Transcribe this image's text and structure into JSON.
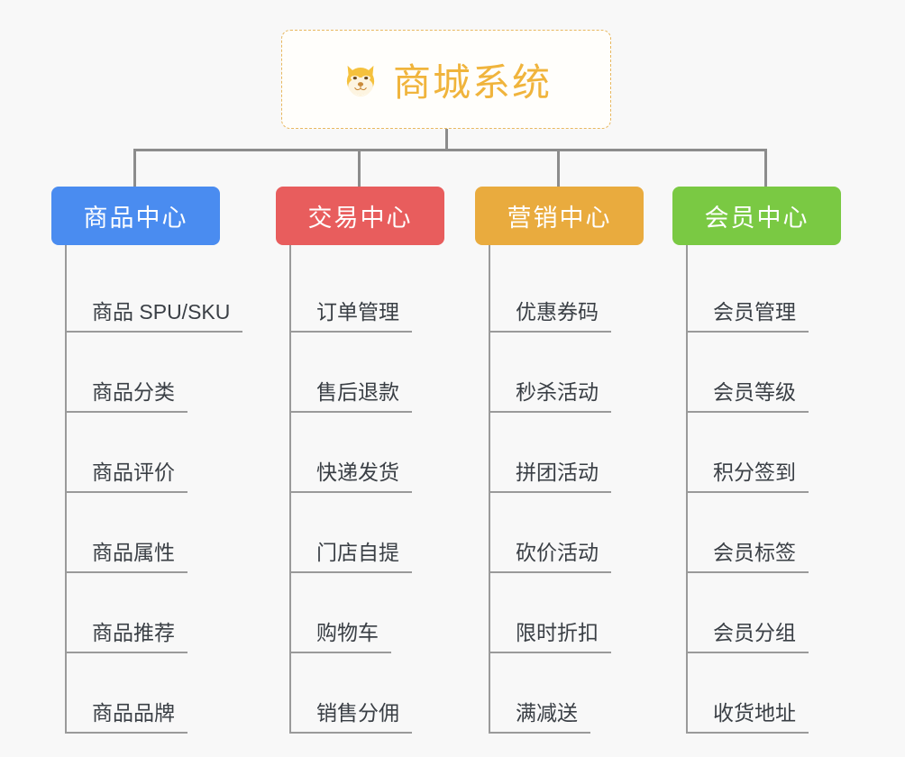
{
  "root": {
    "icon": "dog-face-emoji",
    "title": "商城系统",
    "border_color": "#e8b860",
    "text_color": "#f0b43c"
  },
  "connector_color": "#8c8c8c",
  "background_color": "#f8f8f8",
  "branches": [
    {
      "label": "商品中心",
      "color": "#4a8cf0",
      "items": [
        "商品 SPU/SKU",
        "商品分类",
        "商品评价",
        "商品属性",
        "商品推荐",
        "商品品牌"
      ]
    },
    {
      "label": "交易中心",
      "color": "#e85d5d",
      "items": [
        "订单管理",
        "售后退款",
        "快递发货",
        "门店自提",
        "购物车",
        "销售分佣"
      ]
    },
    {
      "label": "营销中心",
      "color": "#e9ab3e",
      "items": [
        "优惠券码",
        "秒杀活动",
        "拼团活动",
        "砍价活动",
        "限时折扣",
        "满减送"
      ]
    },
    {
      "label": "会员中心",
      "color": "#7ac943",
      "items": [
        "会员管理",
        "会员等级",
        "积分签到",
        "会员标签",
        "会员分组",
        "收货地址"
      ]
    }
  ]
}
